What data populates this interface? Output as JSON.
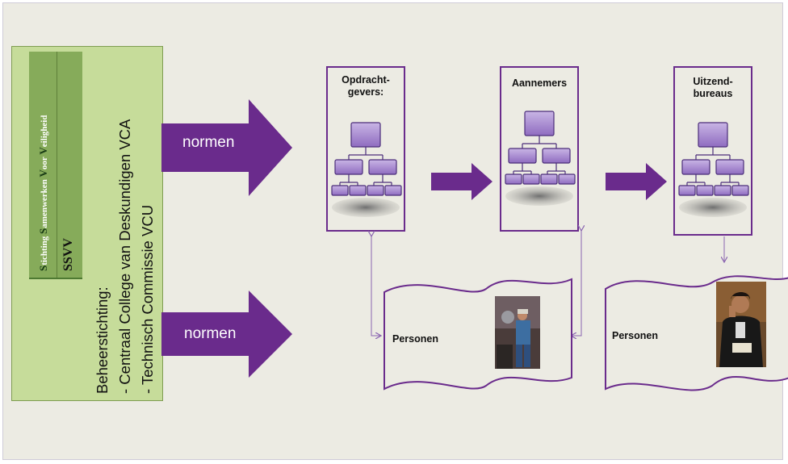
{
  "left_block": {
    "foundation_name_parts": [
      {
        "initial": "S",
        "rest": "tichting "
      },
      {
        "initial": "S",
        "rest": "amenwerken "
      },
      {
        "initial": "V",
        "rest": "oor "
      },
      {
        "initial": "V",
        "rest": "eiligheid"
      }
    ],
    "abbreviation": "SSVV",
    "beheer_lines": [
      "Beheerstichting:",
      "- Centraal College van Deskundigen VCA",
      "- Technisch Commissie VCU"
    ]
  },
  "arrows": {
    "top_label": "normen",
    "bottom_label": "normen"
  },
  "panels": [
    {
      "title_lines": [
        "Opdracht-",
        "gevers:"
      ]
    },
    {
      "title_lines": [
        "Aannemers"
      ]
    },
    {
      "title_lines": [
        "Uitzend-",
        "bureaus"
      ]
    }
  ],
  "persons": [
    {
      "label": "Personen"
    },
    {
      "label": "Personen"
    }
  ],
  "colors": {
    "accent_purple": "#6a2b8c",
    "box_green": "#c6dc9a",
    "strip_green": "#86ab5a",
    "background": "#ecebe3"
  },
  "icons": [
    "org-chart-icon",
    "worker-photo",
    "businessman-photo"
  ]
}
